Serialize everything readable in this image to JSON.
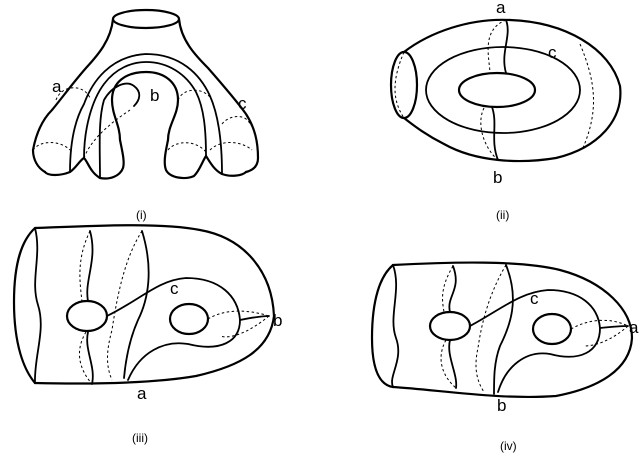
{
  "panels": [
    {
      "caption": "(i)",
      "labels": {
        "a": "a",
        "b": "b",
        "c": "c"
      }
    },
    {
      "caption": "(ii)",
      "labels": {
        "a": "a",
        "b": "b",
        "c": "c"
      }
    },
    {
      "caption": "(iii)",
      "labels": {
        "a": "a",
        "b": "b",
        "c": "c"
      }
    },
    {
      "caption": "(iv)",
      "labels": {
        "a": "a",
        "b": "b",
        "c": "c"
      }
    }
  ]
}
